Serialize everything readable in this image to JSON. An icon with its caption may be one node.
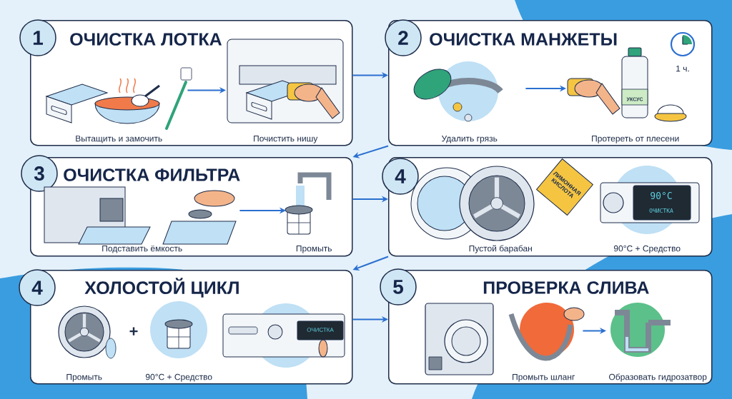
{
  "diagram": {
    "nodes": [
      {
        "text": [
          "1",
          "ОЧИСТКА ЛОТКА"
        ]
      },
      {
        "text": [
          "Вытащить и замочить"
        ],
        "in": 0
      },
      {
        "text": [
          "Почистить нишу"
        ],
        "in": 0
      },
      {
        "text": [
          "2",
          "ОЧИСТКА МАНЖЕТЫ"
        ]
      },
      {
        "text": [
          "Удалить грязь"
        ],
        "in": 3
      },
      {
        "text": [
          "Протереть от плесени"
        ],
        "in": 3
      },
      {
        "text": [
          "3",
          "ОЧИСТКА ФИЛЬТРА"
        ]
      },
      {
        "text": [
          "Подставить ёмкость"
        ],
        "in": 6
      },
      {
        "text": [
          "Промыть"
        ],
        "in": 6
      },
      {
        "text": [
          "4"
        ]
      },
      {
        "text": [
          "Пустой барабан"
        ],
        "in": 9
      },
      {
        "text": [
          "90°C + Средство"
        ],
        "in": 9
      },
      {
        "text": [
          "4",
          "ХОЛОСТОЙ ЦИКЛ"
        ]
      },
      {
        "text": [
          "Промыть"
        ],
        "in": 12
      },
      {
        "text": [
          "90°C + Средство"
        ],
        "in": 12
      },
      {
        "text": [],
        "shape": "picture",
        "in": 12
      },
      {
        "text": [
          "5",
          "ПРОВЕРКА СЛИВА"
        ]
      },
      {
        "text": [],
        "shape": "picture",
        "in": 16
      },
      {
        "text": [
          "Промыть шланг"
        ],
        "in": 16
      },
      {
        "text": [
          "Образовать гидрозатвор"
        ],
        "in": 16
      }
    ],
    "edges": [
      {
        "from": 1,
        "to": 2,
        "arrow": "to"
      },
      {
        "from": 4,
        "to": 5,
        "arrow": "to"
      },
      {
        "from": 7,
        "to": 8,
        "arrow": "to"
      },
      {
        "from": 18,
        "to": 19,
        "arrow": "to"
      },
      {
        "from": 0,
        "to": 3,
        "arrow": "to"
      },
      {
        "from": 3,
        "to": 6,
        "arrow": "to"
      },
      {
        "from": 6,
        "to": 9,
        "arrow": "to"
      },
      {
        "from": 9,
        "to": 12,
        "arrow": "to"
      },
      {
        "from": 12,
        "to": 16,
        "arrow": "to"
      }
    ],
    "labels": [
      "1 ч.",
      "УКСУС",
      "ЛИМОННАЯ КИСЛОТА",
      "90°C",
      "ОЧИСТКА",
      "+",
      "ОЧИСТКА"
    ]
  }
}
